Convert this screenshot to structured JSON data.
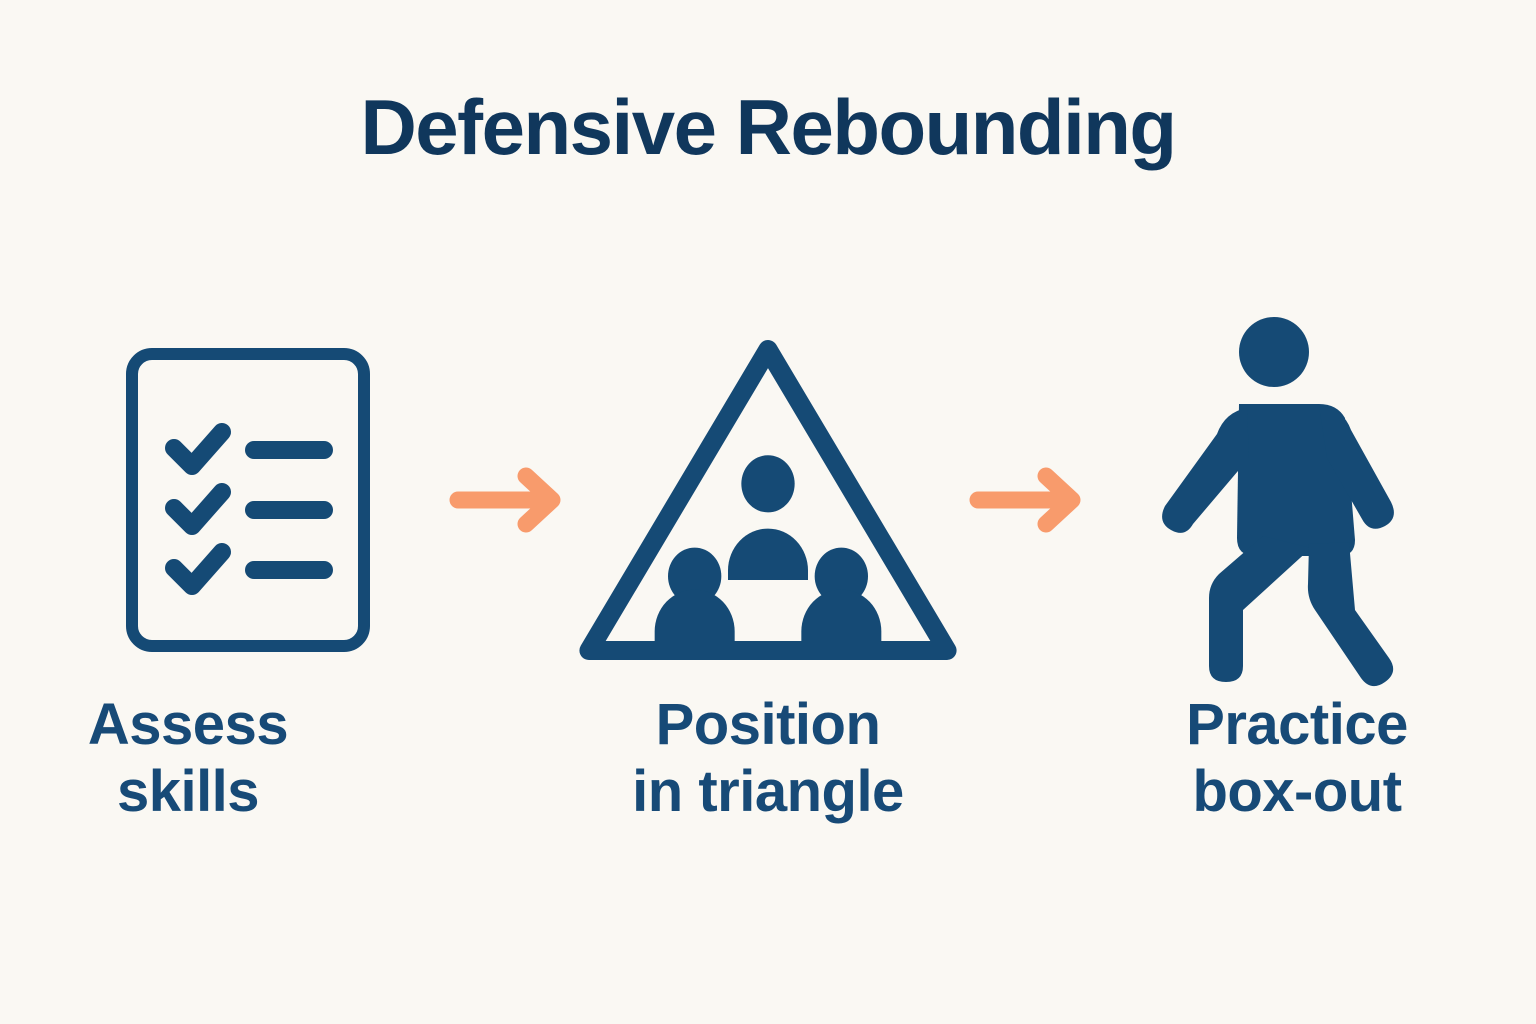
{
  "title": "Defensive Rebounding",
  "colors": {
    "background": "#FAF8F3",
    "title_navy": "#10375C",
    "icon_navy": "#154A75",
    "caption_navy": "#174A77",
    "arrow_orange": "#F89B6C"
  },
  "steps": [
    {
      "index": 1,
      "icon": "checklist-icon",
      "caption_lines": [
        "Assess",
        "skills"
      ],
      "caption_text": "Assess skills",
      "checklist_rows": 3
    },
    {
      "index": 2,
      "icon": "triangle-people-icon",
      "caption_lines": [
        "Position",
        "in triangle"
      ],
      "caption_text": "Position in triangle",
      "people_count": 3
    },
    {
      "index": 3,
      "icon": "walking-person-icon",
      "caption_lines": [
        "Practice",
        "box-out"
      ],
      "caption_text": "Practice box-out"
    }
  ],
  "connectors": [
    {
      "index": 1,
      "icon": "arrow-right-icon",
      "direction": "right"
    },
    {
      "index": 2,
      "icon": "arrow-right-icon",
      "direction": "right"
    }
  ]
}
